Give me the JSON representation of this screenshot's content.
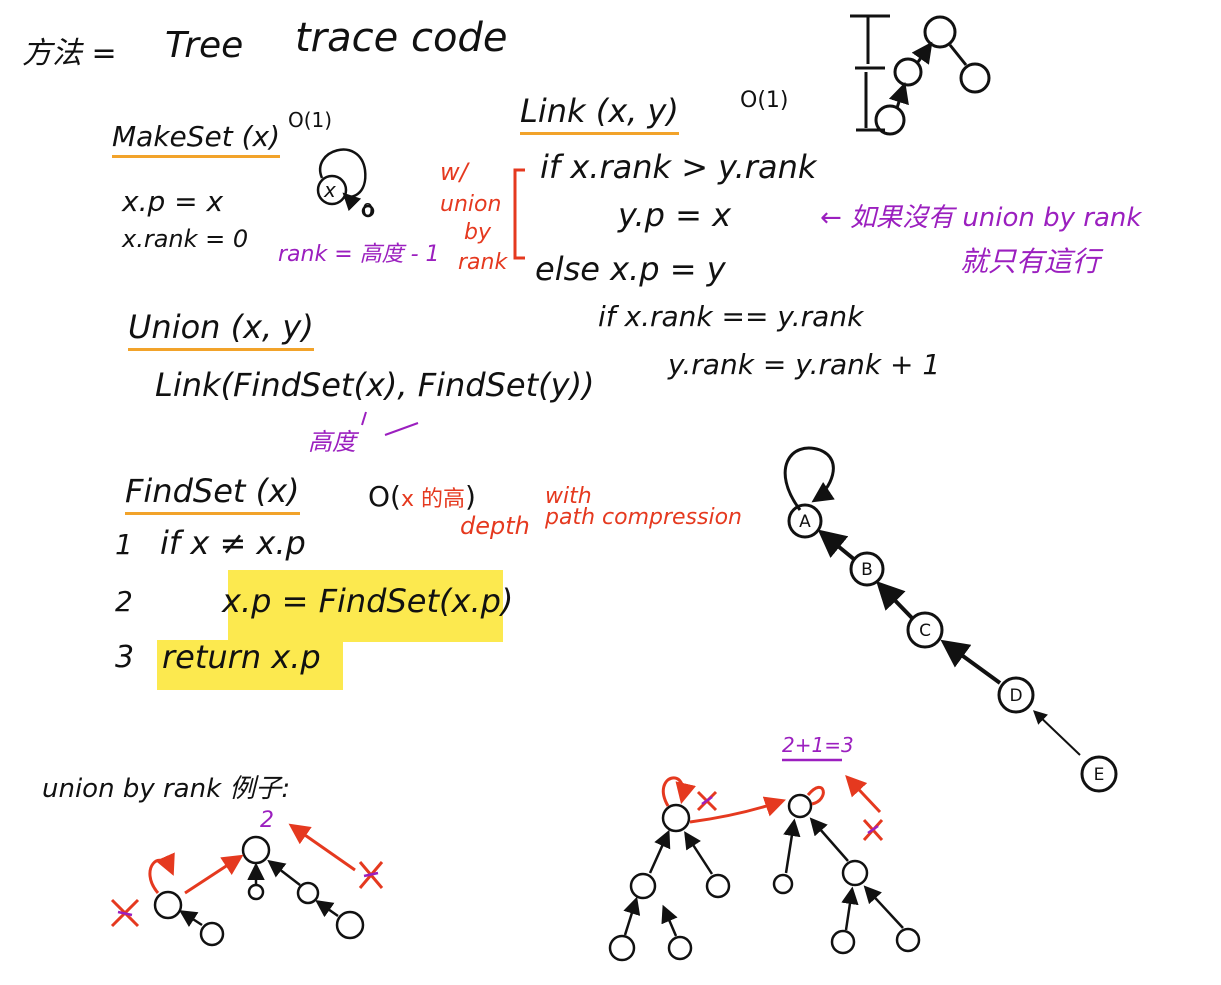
{
  "header": {
    "method": "方法 =",
    "tree": "Tree",
    "trace": "trace code"
  },
  "makeset": {
    "title": "MakeSet (x)",
    "complexity": "O(1)",
    "lines": [
      "x.p = x",
      "x.rank = 0"
    ],
    "node_label": "x",
    "rank_value": "0",
    "rank_note": "rank = 高度 - 1"
  },
  "link": {
    "title": "Link (x, y)",
    "complexity": "O(1)",
    "side_note": [
      "w/",
      "union",
      "by",
      "rank"
    ],
    "lines": [
      "if x.rank > y.rank",
      "y.p = x",
      "else x.p = y",
      "if x.rank == y.rank",
      "y.rank = y.rank + 1"
    ],
    "comment": [
      "← 如果沒有 union by rank",
      "就只有這行"
    ]
  },
  "union": {
    "title": "Union (x, y)",
    "body": "Link(FindSet(x), FindSet(y))",
    "note": "高度"
  },
  "findset": {
    "title": "FindSet (x)",
    "complexity_prefix": "O(",
    "complexity_red": "x 的高",
    "complexity_suffix": ")",
    "depth_note": "depth",
    "with_note": "with",
    "pc_note": "path compression",
    "lines": [
      {
        "num": "1",
        "code": "if x ≠ x.p"
      },
      {
        "num": "2",
        "code": "x.p = FindSet(x.p)"
      },
      {
        "num": "3",
        "code": "return x.p"
      }
    ]
  },
  "path_example": {
    "nodes": [
      "A",
      "B",
      "C",
      "D",
      "E"
    ]
  },
  "rank_example": {
    "title": "union by rank 例子:",
    "left_rank": "2",
    "right_rank_note": "2+1=3"
  },
  "colors": {
    "ink": "#111111",
    "red": "#e5391f",
    "purple": "#9b1fbf",
    "orange_underline": "#f2a32a",
    "highlight": "#fce94f"
  }
}
